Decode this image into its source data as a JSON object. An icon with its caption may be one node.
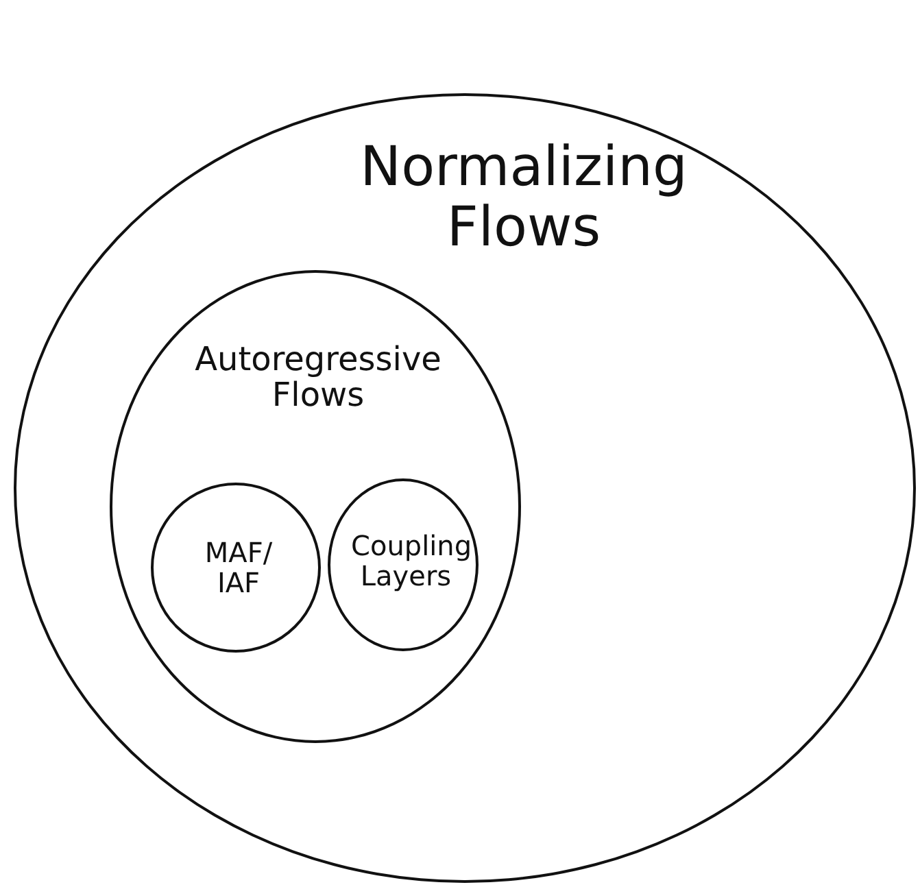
{
  "diagram": {
    "nodes": [
      {
        "text": [
          "Normalizing Flows"
        ]
      },
      {
        "text": [
          "Autoregressive Flows"
        ],
        "in": 0
      },
      {
        "text": [
          "MAF/ IAF"
        ],
        "in": 1
      },
      {
        "text": [
          "Coupling Layers"
        ],
        "in": 1
      }
    ]
  }
}
